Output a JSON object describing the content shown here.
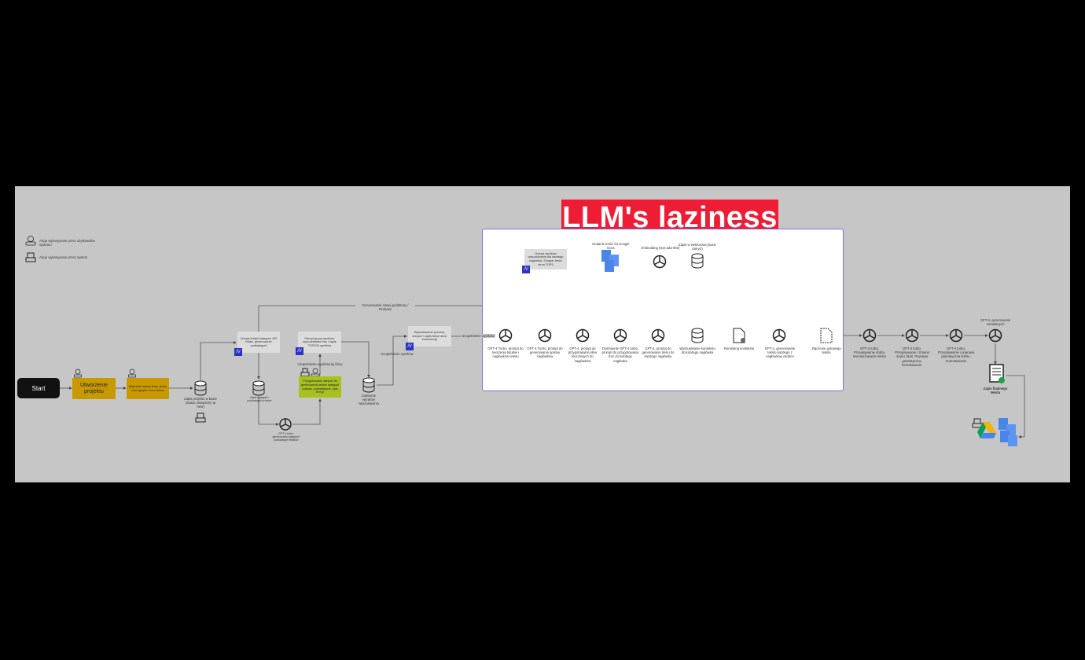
{
  "title": "LLM's laziness",
  "legend": {
    "user_action": "Akcje wykonywane przez użytkownika systemu",
    "system_action": "Akcje wykonywane przez system"
  },
  "flow": {
    "start": "Start",
    "create_project": "Utworzenie projektu",
    "choose_company": "Wybranie nazwy firmy, liczby słów, języka i tonu tekstu",
    "save_project": "Zapis projektu w bazie (status ustawiony na 'new')",
    "make_categories": "Odczyt kolejki kategorii, API Make, generowanie podkategorii",
    "save_categories": "Zapis kategorii i podkategorii w bazie",
    "gpt_categories": "GPT-4 turbo, generowanie kategorii i podkategorii tekstów",
    "make_groups": "Odczyt grupy wyników, wyszukiwanie fraz i zapis TOP100 wyników",
    "supplement_label": "Uzupełnienie wyników tej firmy",
    "green_step": "Przygotowanie danych do generowania tekstu kategorii (nazwa, podkategorie, opis firmy)",
    "save_results": "Zapisanie wyników wyszukiwania",
    "make_process": "Wyszukiwanie procesu, scraper i zapis treści stron konkurencji",
    "supplement_results": "Uzupełnienie wyników",
    "top_line": "Generowanie nowej podstrony / Firebase",
    "into_panel": "Uzupełnienie wyników"
  },
  "panel": {
    "make_search": "Odczyt wyników wyszukiwania dla każdego nagłówka. Scraper treści stron TOP3",
    "gdocs": "Dodanie treści do Google Docs",
    "embedding": "Embedding (text-ada-002)",
    "vector_save": "Zapis w wektorowej bazie danych",
    "steps": [
      "GPT-4 Turbo, prompt do tworzenia tytułów i nagłówków tekstu",
      "GPT-4 Turbo, prompt do generowania opisów nagłówków",
      "GPT-4, prompt do przygotowania słów kluczowych do nagłówków",
      "Dostrojenie GPT-4 turbo, prompt do przygotowania fraz do każdego nagłówka",
      "GPT-4, prompt do generowania treści do każdego nagłówka"
    ],
    "vector_search": "Wyszukiwanie kontekstu do każdego nagłówka",
    "reranking": "Reranking kontekstu",
    "gpt_write": "GPT-4, generowanie tekstu każdego z nagłówków osobno",
    "merge": "Złączenie gotowego tekstu"
  },
  "post": {
    "steps": [
      "GPT-4 turbo, Przepisywanie drafta, Humanizowanie tekstu",
      "GPT-4 turbo, Przepisywanie i zmiana szyku zdań. Poprawa gramatyczna, formatowanie.",
      "GPT-4 turbo, Przepisywanie i poprawa gramatyczna tekstu. Formatowanie"
    ],
    "metadata": "GPT-4, generowanie metadanych",
    "final_save": "Zapis finalnego tekstu"
  }
}
